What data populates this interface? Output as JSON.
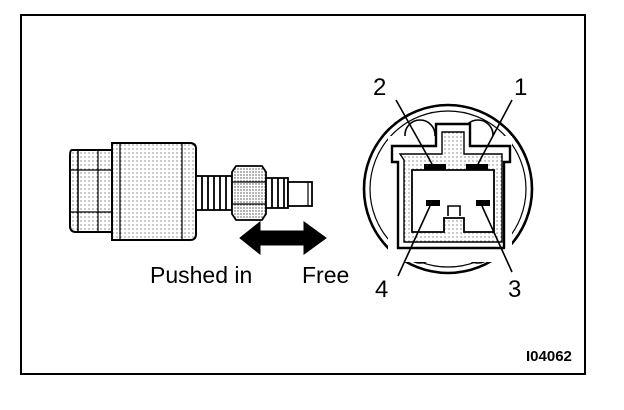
{
  "labels": {
    "pushed_in": "Pushed in",
    "free": "Free"
  },
  "terminals": [
    "1",
    "2",
    "3",
    "4"
  ],
  "figure_code": "I04062",
  "colors": {
    "ink": "#000000",
    "paper": "#ffffff"
  }
}
